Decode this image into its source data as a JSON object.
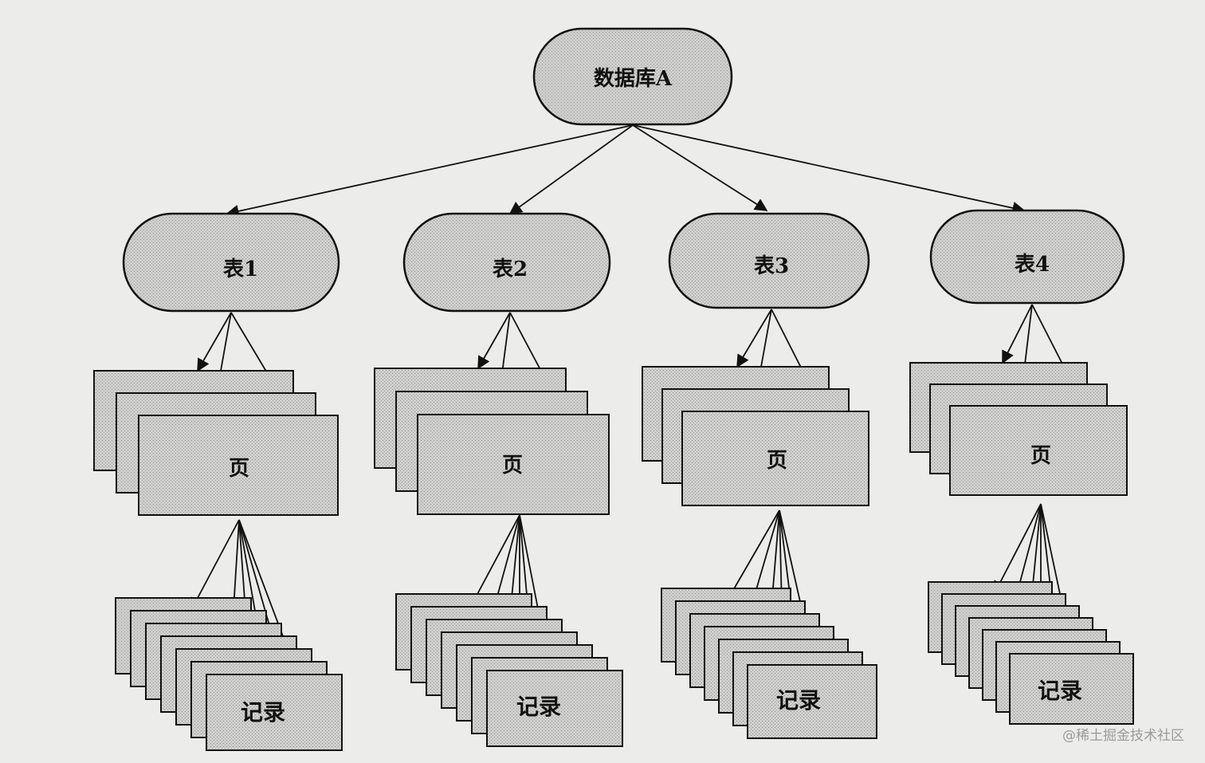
{
  "diagram": {
    "root": {
      "label": "数据库A"
    },
    "tables": [
      {
        "label": "表1",
        "page_label": "页",
        "record_label": "记录"
      },
      {
        "label": "表2",
        "page_label": "页",
        "record_label": "记录"
      },
      {
        "label": "表3",
        "page_label": "页",
        "record_label": "记录"
      },
      {
        "label": "表4",
        "page_label": "页",
        "record_label": "记录"
      }
    ]
  },
  "watermark": "@稀土掘金技术社区",
  "colors": {
    "background": "#ececea",
    "node_fill": "#c9c9c9",
    "stroke": "#111111"
  }
}
